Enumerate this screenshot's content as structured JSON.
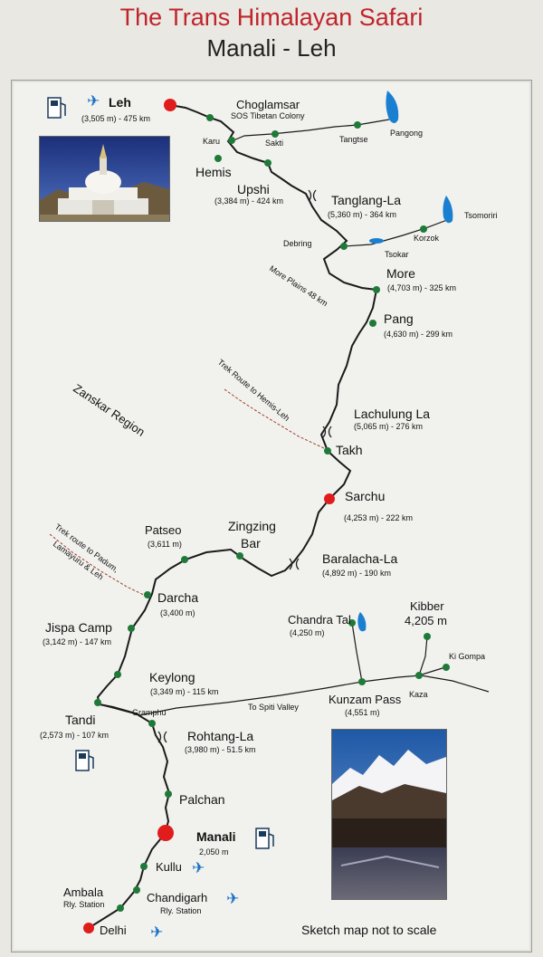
{
  "title": "The Trans Himalayan Safari",
  "subtitle": "Manali - Leh",
  "note": "Sketch map not to scale",
  "region": "Zanskar Region",
  "places": {
    "leh": {
      "name": "Leh",
      "info": "(3,505 m) - 475 km"
    },
    "choglamsar": {
      "name": "Choglamsar",
      "info": "SOS Tibetan Colony"
    },
    "karu": "Karu",
    "sakti": "Sakti",
    "tangtse": "Tangtse",
    "pangong": "Pangong",
    "hemis": "Hemis",
    "upshi": {
      "name": "Upshi",
      "info": "(3,384 m) - 424 km"
    },
    "tanglang": {
      "name": "Tanglang-La",
      "info": "(5,360 m) - 364 km"
    },
    "tsomoriri": "Tsomoriri",
    "korzok": "Korzok",
    "debring": "Debring",
    "tsokar": "Tsokar",
    "more": {
      "name": "More",
      "info": "(4,703 m) - 325 km"
    },
    "more_plains": "More Plains 48 km",
    "pang": {
      "name": "Pang",
      "info": "(4,630 m) - 299 km"
    },
    "trek_hemis": "Trek Route to Hemis-Leh",
    "lachulung": {
      "name": "Lachulung La",
      "info": "(5,065 m) - 276 km"
    },
    "takh": "Takh",
    "sarchu": {
      "name": "Sarchu",
      "info": "(4,253 m) - 222 km"
    },
    "zingzing_1": "Zingzing",
    "zingzing_2": "Bar",
    "patseo": {
      "name": "Patseo",
      "info": "(3,611 m)"
    },
    "baralacha": {
      "name": "Baralacha-La",
      "info": "(4,892 m) - 190 km"
    },
    "trek_padum_1": "Trek route to Padum,",
    "trek_padum_2": "Lamayuru & Leh",
    "darcha": {
      "name": "Darcha",
      "info": "(3,400 m)"
    },
    "chandra_tal": {
      "name": "Chandra Tal",
      "info": "(4,250 m)"
    },
    "kibber": {
      "name": "Kibber",
      "info": "4,205 m"
    },
    "ki_gompa": "Ki Gompa",
    "jispa": {
      "name": "Jispa Camp",
      "info": "(3,142 m) - 147 km"
    },
    "keylong": {
      "name": "Keylong",
      "info": "(3,349 m) - 115 km"
    },
    "kunzam": {
      "name": "Kunzam Pass",
      "info": "(4,551 m)"
    },
    "kaza": "Kaza",
    "gramphu": "Gramphu",
    "to_spiti": "To Spiti Valley",
    "tandi": {
      "name": "Tandi",
      "info": "(2,573 m) - 107 km"
    },
    "rohtang": {
      "name": "Rohtang-La",
      "info": "(3,980 m) - 51.5 km"
    },
    "palchan": "Palchan",
    "manali": {
      "name": "Manali",
      "info": "2,050 m"
    },
    "kullu": "Kullu",
    "chandigarh": {
      "name": "Chandigarh",
      "info": "Rly. Station"
    },
    "ambala": {
      "name": "Ambala",
      "info": "Rly. Station"
    },
    "delhi": "Delhi"
  },
  "colors": {
    "route": "#1a1a1a",
    "stop": "#1f7a3a",
    "major_stop": "#e01c1c",
    "lake": "#1a7fd0",
    "airport": "#1a6fc4",
    "trek": "#a23a2a",
    "title_red": "#c0242b"
  },
  "icons": [
    "fuel-pump-icon",
    "airplane-icon",
    "mountain-pass-icon"
  ]
}
